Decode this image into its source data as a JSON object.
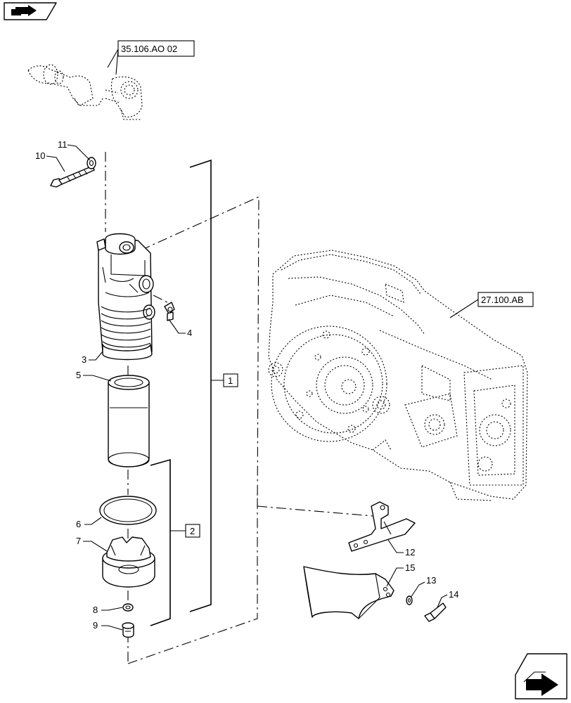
{
  "references": {
    "top": "35.106.AO 02",
    "right": "27.100.AB"
  },
  "kits": {
    "k1": "1",
    "k2": "2"
  },
  "callouts": {
    "c3": "3",
    "c4": "4",
    "c5": "5",
    "c6": "6",
    "c7": "7",
    "c8": "8",
    "c9": "9",
    "c10": "10",
    "c11": "11",
    "c12": "12",
    "c13": "13",
    "c14": "14",
    "c15": "15"
  },
  "icons": {
    "top_left": "previous-page-arrow-icon",
    "bottom_right": "next-page-arrow-icon"
  }
}
